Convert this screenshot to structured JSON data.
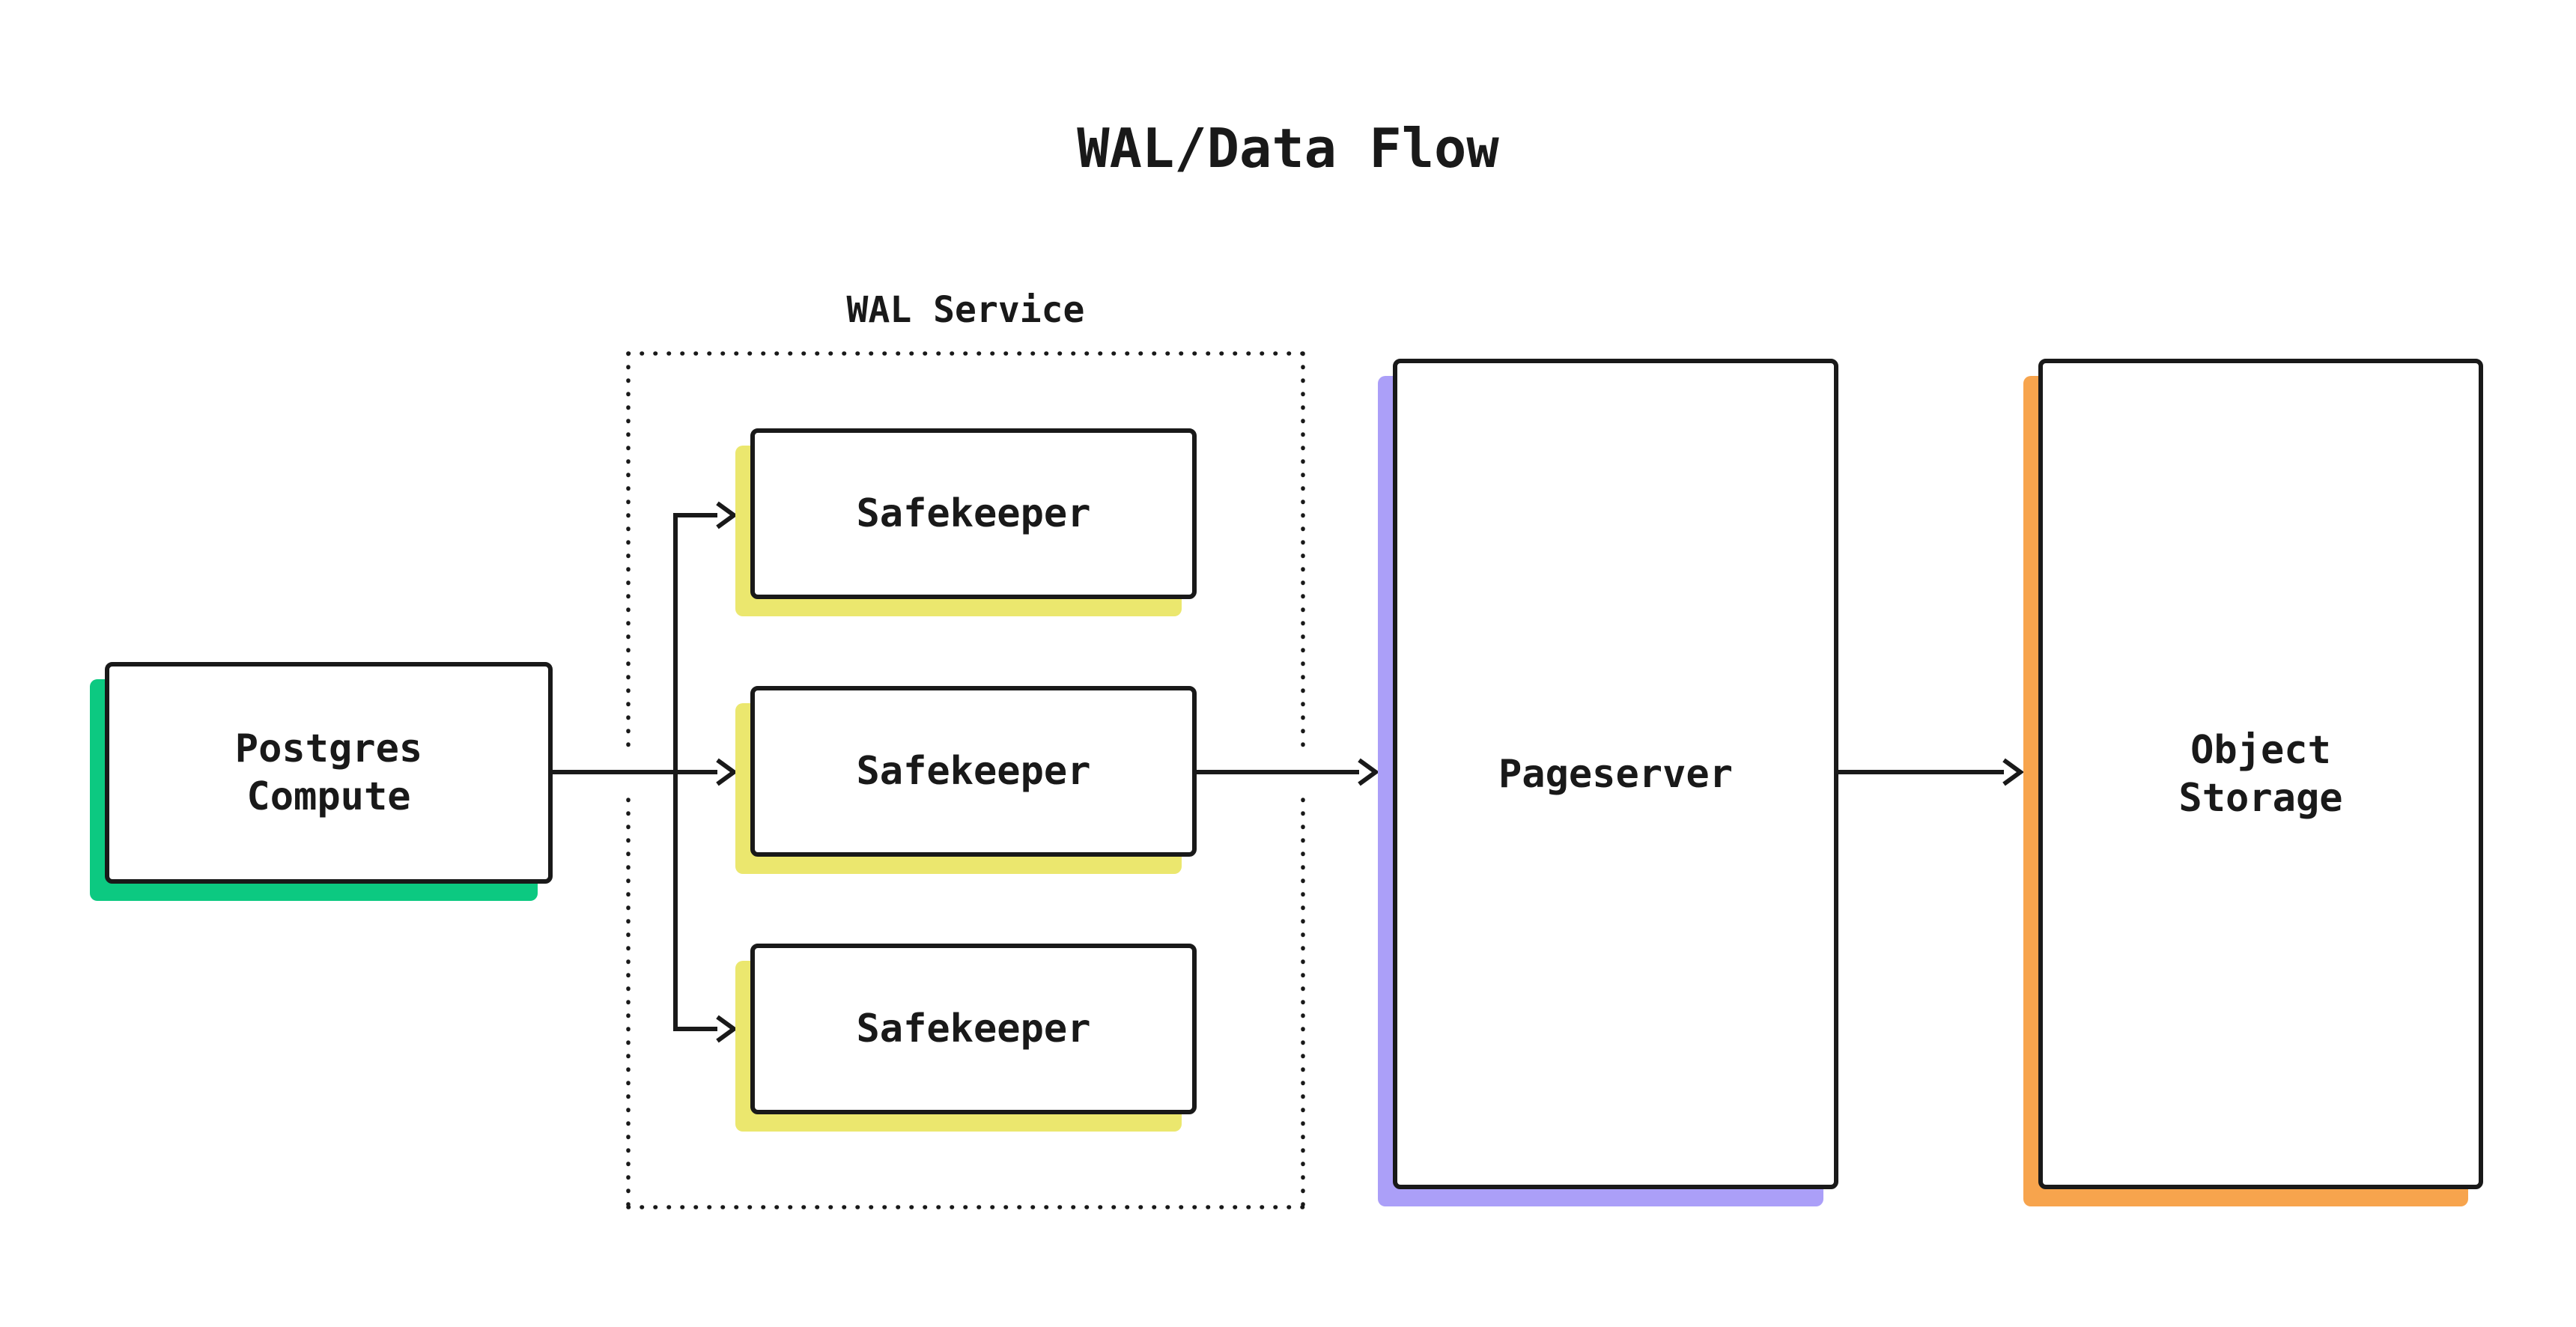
{
  "title": "WAL/Data Flow",
  "wal_service": {
    "label": "WAL Service"
  },
  "nodes": {
    "postgres_compute": {
      "label": "Postgres\nCompute",
      "accent": "#0cc981"
    },
    "safekeeper_1": {
      "label": "Safekeeper",
      "accent": "#ebe76e"
    },
    "safekeeper_2": {
      "label": "Safekeeper",
      "accent": "#ebe76e"
    },
    "safekeeper_3": {
      "label": "Safekeeper",
      "accent": "#ebe76e"
    },
    "pageserver": {
      "label": "Pageserver",
      "accent": "#ab9ff8"
    },
    "object_storage": {
      "label": "Object\nStorage",
      "accent": "#f7a44d"
    }
  },
  "colors": {
    "line": "#191919",
    "background": "#ffffff",
    "green_accent": "#0cc981",
    "yellow_accent": "#ebe76e",
    "purple_accent": "#ab9ff8",
    "orange_accent": "#f7a44d"
  }
}
